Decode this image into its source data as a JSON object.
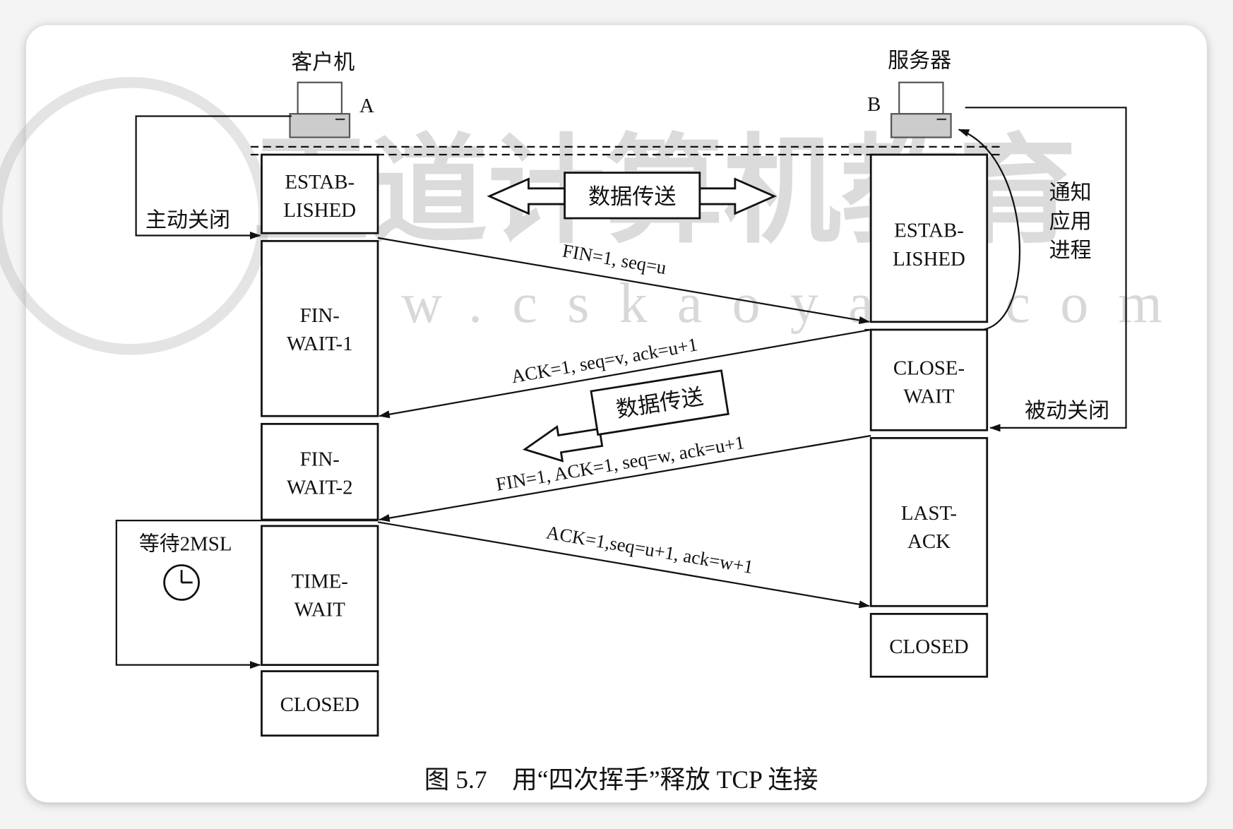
{
  "client": {
    "label": "客户机",
    "host": "A"
  },
  "server": {
    "label": "服务器",
    "host": "B"
  },
  "client_states": [
    "ESTAB-",
    "LISHED",
    "FIN-",
    "WAIT-1",
    "FIN-",
    "WAIT-2",
    "TIME-",
    "WAIT",
    "CLOSED"
  ],
  "server_states": [
    "ESTAB-",
    "LISHED",
    "CLOSE-",
    "WAIT",
    "LAST-",
    "ACK",
    "CLOSED"
  ],
  "messages": {
    "m1": "FIN=1, seq=u",
    "m2": "ACK=1, seq=v, ack=u+1",
    "m3": "FIN=1, ACK=1, seq=w, ack=u+1",
    "m4": "ACK=1,seq=u+1, ack=w+1"
  },
  "data_transfer": "数据传送",
  "data_transfer_2": "数据传送",
  "active_close": "主动关闭",
  "passive_close": "被动关闭",
  "notify_app": [
    "通知",
    "应用",
    "进程"
  ],
  "wait_2msl": "等待2MSL",
  "caption": "图 5.7　用“四次挥手”释放 TCP 连接",
  "watermark": {
    "title": "王道计算机教育",
    "url": "www.cskaoyan.com"
  }
}
